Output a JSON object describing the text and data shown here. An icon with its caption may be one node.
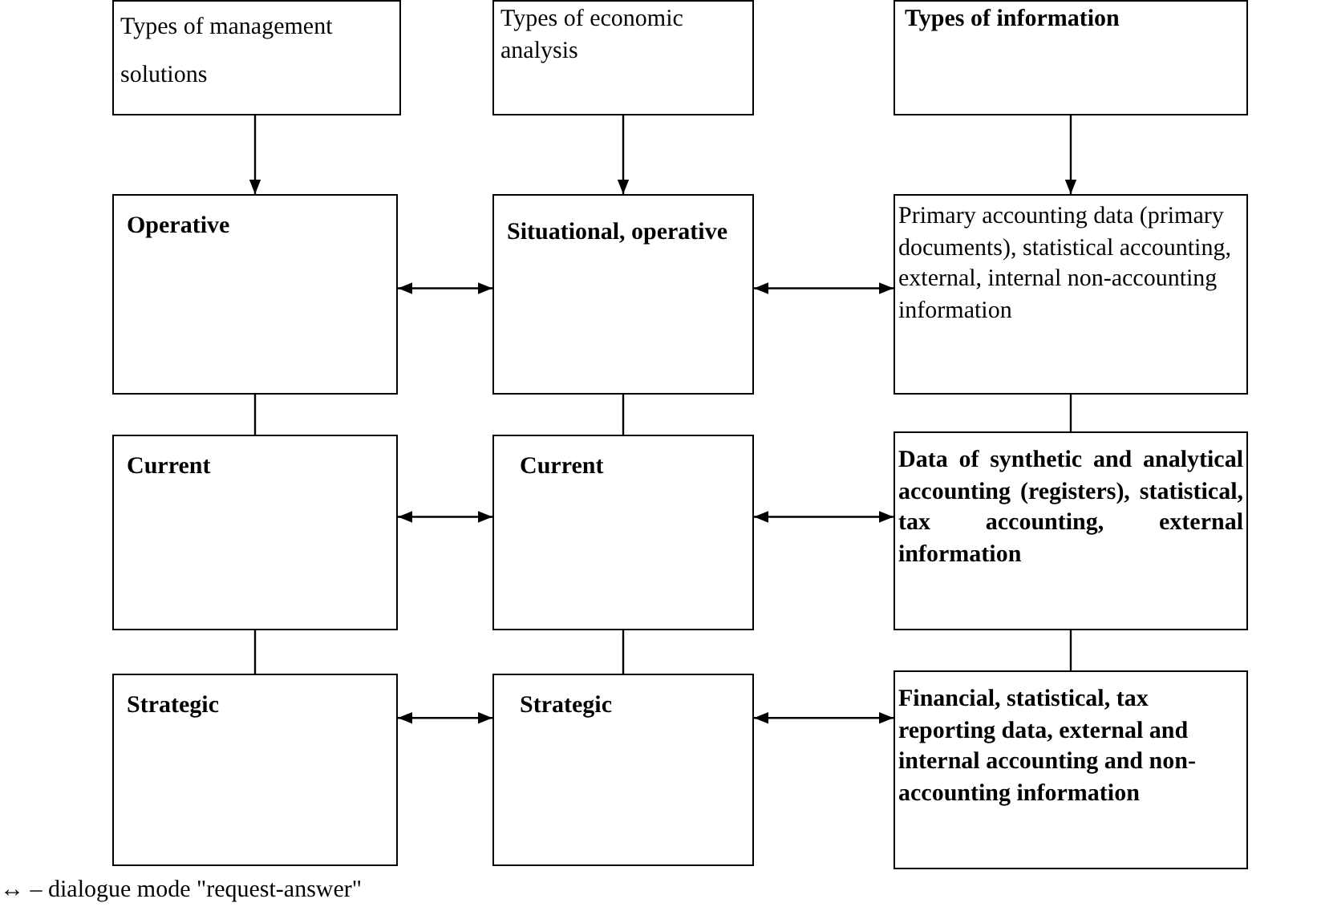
{
  "diagram": {
    "nodes": [
      {
        "text": [
          "Types of management solutions"
        ]
      },
      {
        "text": [
          "Types of economic analysis"
        ]
      },
      {
        "text": [
          "Types of information"
        ]
      },
      {
        "text": [
          "Operative"
        ]
      },
      {
        "text": [
          "Situational, operative"
        ]
      },
      {
        "text": [
          "Primary accounting data (primary documents), statistical accounting, external, internal non-accounting information"
        ]
      },
      {
        "text": [
          "Current"
        ]
      },
      {
        "text": [
          "Current"
        ]
      },
      {
        "text": [
          "Data of synthetic and analytical accounting (registers), statistical, tax accounting, external information"
        ]
      },
      {
        "text": [
          "Strategic"
        ]
      },
      {
        "text": [
          "Strategic"
        ]
      },
      {
        "text": [
          "Financial, statistical, tax reporting data, external and internal accounting and non-accounting information"
        ]
      }
    ],
    "edges": [
      {
        "from": 0,
        "to": 3,
        "arrow": "to"
      },
      {
        "from": 1,
        "to": 4,
        "arrow": "to"
      },
      {
        "from": 2,
        "to": 5,
        "arrow": "to"
      },
      {
        "from": 3,
        "to": 4,
        "arrow": "both"
      },
      {
        "from": 4,
        "to": 5,
        "arrow": "both"
      },
      {
        "from": 3,
        "to": 6,
        "arrow": "none"
      },
      {
        "from": 4,
        "to": 7,
        "arrow": "none"
      },
      {
        "from": 5,
        "to": 8,
        "arrow": "none"
      },
      {
        "from": 6,
        "to": 7,
        "arrow": "both"
      },
      {
        "from": 7,
        "to": 8,
        "arrow": "both"
      },
      {
        "from": 6,
        "to": 9,
        "arrow": "none"
      },
      {
        "from": 7,
        "to": 10,
        "arrow": "none"
      },
      {
        "from": 8,
        "to": 11,
        "arrow": "none"
      },
      {
        "from": 9,
        "to": 10,
        "arrow": "both"
      },
      {
        "from": 10,
        "to": 11,
        "arrow": "both"
      }
    ],
    "labels": [
      "↔ – dialogue mode \"request-answer\""
    ]
  }
}
